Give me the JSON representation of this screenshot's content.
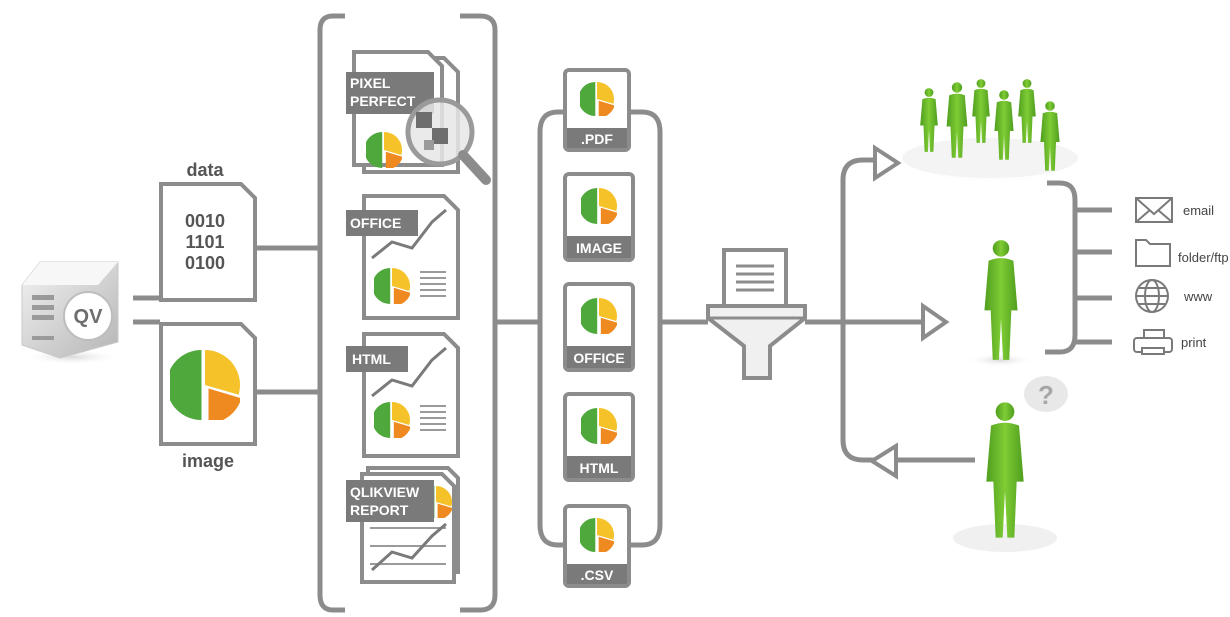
{
  "source": {
    "label": "QV"
  },
  "inputs": [
    {
      "label": "data",
      "binary": [
        "0010",
        "1101",
        "0100"
      ]
    },
    {
      "label": "image"
    }
  ],
  "report_types": [
    "PIXEL PERFECT",
    "OFFICE",
    "HTML",
    "QLIKVIEW REPORT"
  ],
  "report_tag_lines": [
    [
      "PIXEL",
      "PERFECT"
    ],
    [
      "OFFICE"
    ],
    [
      "HTML"
    ],
    [
      "QLIKVIEW",
      "REPORT"
    ]
  ],
  "output_formats": [
    ".PDF",
    "IMAGE",
    "OFFICE",
    "HTML",
    ".CSV"
  ],
  "channels": [
    "email",
    "folder/ftp",
    "www",
    "print"
  ],
  "question_mark": "?",
  "colors": {
    "gray": "#8c8c8c",
    "dark_gray": "#6e6e6e",
    "green": "#6fbe2c",
    "yellow": "#f5c22a",
    "orange": "#ef8a20",
    "pie_green": "#4fa83c"
  }
}
